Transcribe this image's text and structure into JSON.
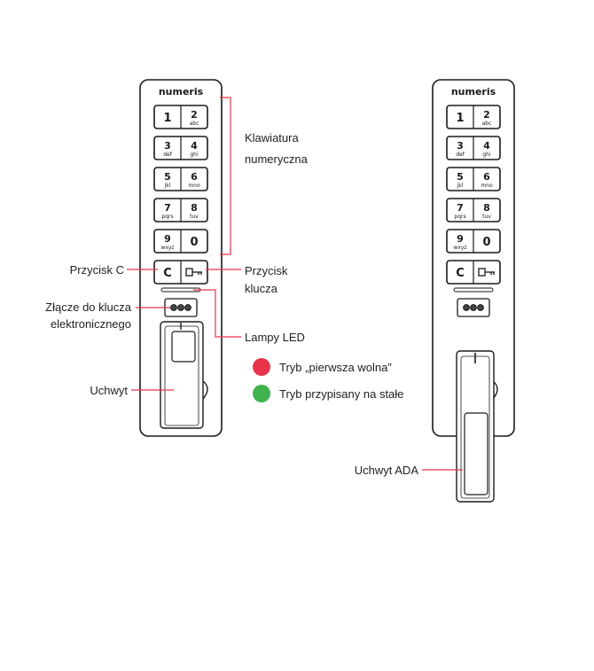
{
  "brand": "numeris",
  "keypad": {
    "keys": [
      {
        "digit": "1",
        "letters": ""
      },
      {
        "digit": "2",
        "letters": "abc"
      },
      {
        "digit": "3",
        "letters": "def"
      },
      {
        "digit": "4",
        "letters": "ghi"
      },
      {
        "digit": "5",
        "letters": "jkl"
      },
      {
        "digit": "6",
        "letters": "mno"
      },
      {
        "digit": "7",
        "letters": "pqrs"
      },
      {
        "digit": "8",
        "letters": "tuv"
      },
      {
        "digit": "9",
        "letters": "wxyz"
      },
      {
        "digit": "0",
        "letters": ""
      }
    ],
    "c_key": "C"
  },
  "labels": {
    "keypad": [
      "Klawiatura",
      "numeryczna"
    ],
    "c_button": "Przycisk C",
    "key_button": [
      "Przycisk",
      "klucza"
    ],
    "connector": [
      "Złącze do klucza",
      "elektronicznego"
    ],
    "led": "Lampy LED",
    "handle": "Uchwyt",
    "ada_handle": "Uchwyt ADA"
  },
  "legend": [
    {
      "color": "#e8344a",
      "text": "Tryb „pierwsza wolna”"
    },
    {
      "color": "#3fb24f",
      "text": "Tryb przypisany na stałe"
    }
  ],
  "colors": {
    "callout_line": "#e8344a",
    "outline": "#1a1a1a"
  }
}
